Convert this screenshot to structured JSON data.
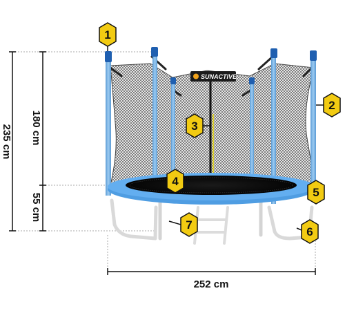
{
  "dimensions": {
    "total_height": "235 cm",
    "net_height": "180 cm",
    "frame_height": "55 cm",
    "diameter": "252 cm"
  },
  "brand": {
    "logo_text": "SUNACTIVE"
  },
  "callouts": [
    {
      "number": "1"
    },
    {
      "number": "2"
    },
    {
      "number": "3"
    },
    {
      "number": "4"
    },
    {
      "number": "5"
    },
    {
      "number": "6"
    },
    {
      "number": "7"
    }
  ],
  "colors": {
    "pole_blue": "#7fb8e8",
    "pad_blue": "#5aa6e6",
    "net_dark": "#2a2a2a",
    "callout_fill": "#f2cb12",
    "frame_gray": "#d8d8d8"
  }
}
